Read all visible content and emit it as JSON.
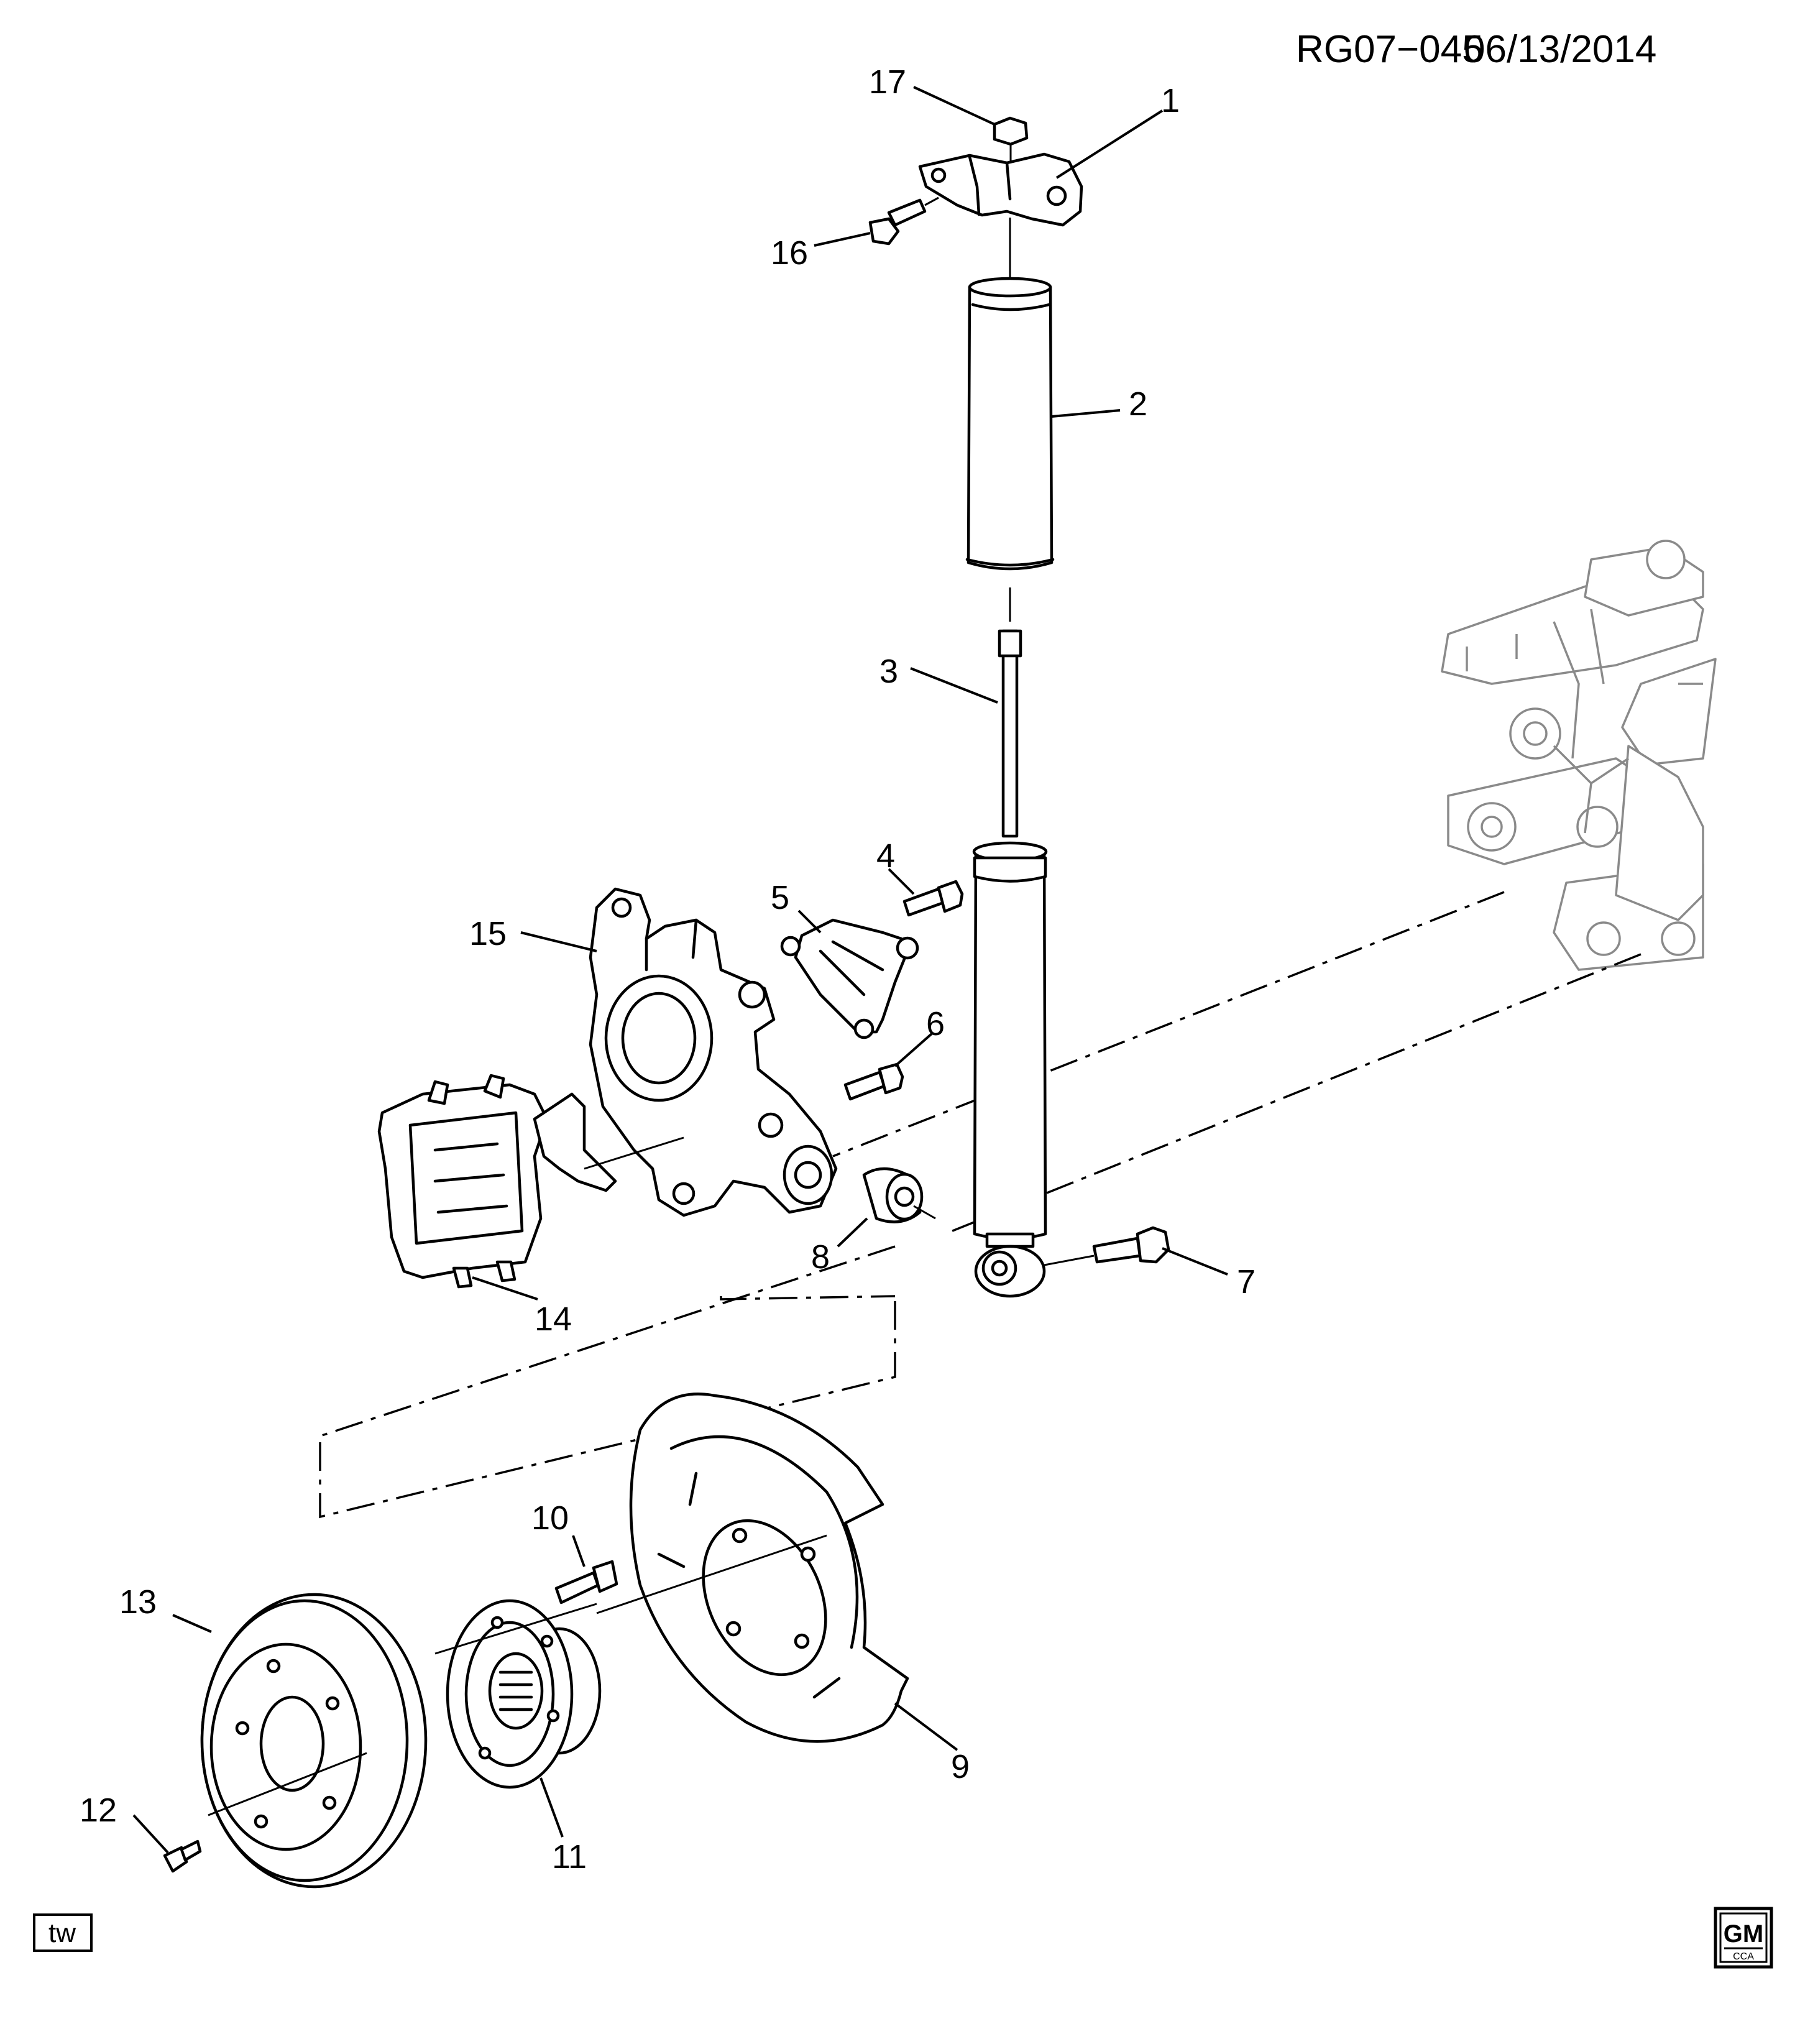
{
  "header": {
    "diagram_id": "RG07−045",
    "date": "06/13/2014"
  },
  "callouts": [
    "1",
    "2",
    "3",
    "4",
    "5",
    "6",
    "7",
    "8",
    "9",
    "10",
    "11",
    "12",
    "13",
    "14",
    "15",
    "16",
    "17"
  ],
  "footer": {
    "tag": "tw",
    "logo_top": "GM",
    "logo_bottom": "CCA"
  }
}
